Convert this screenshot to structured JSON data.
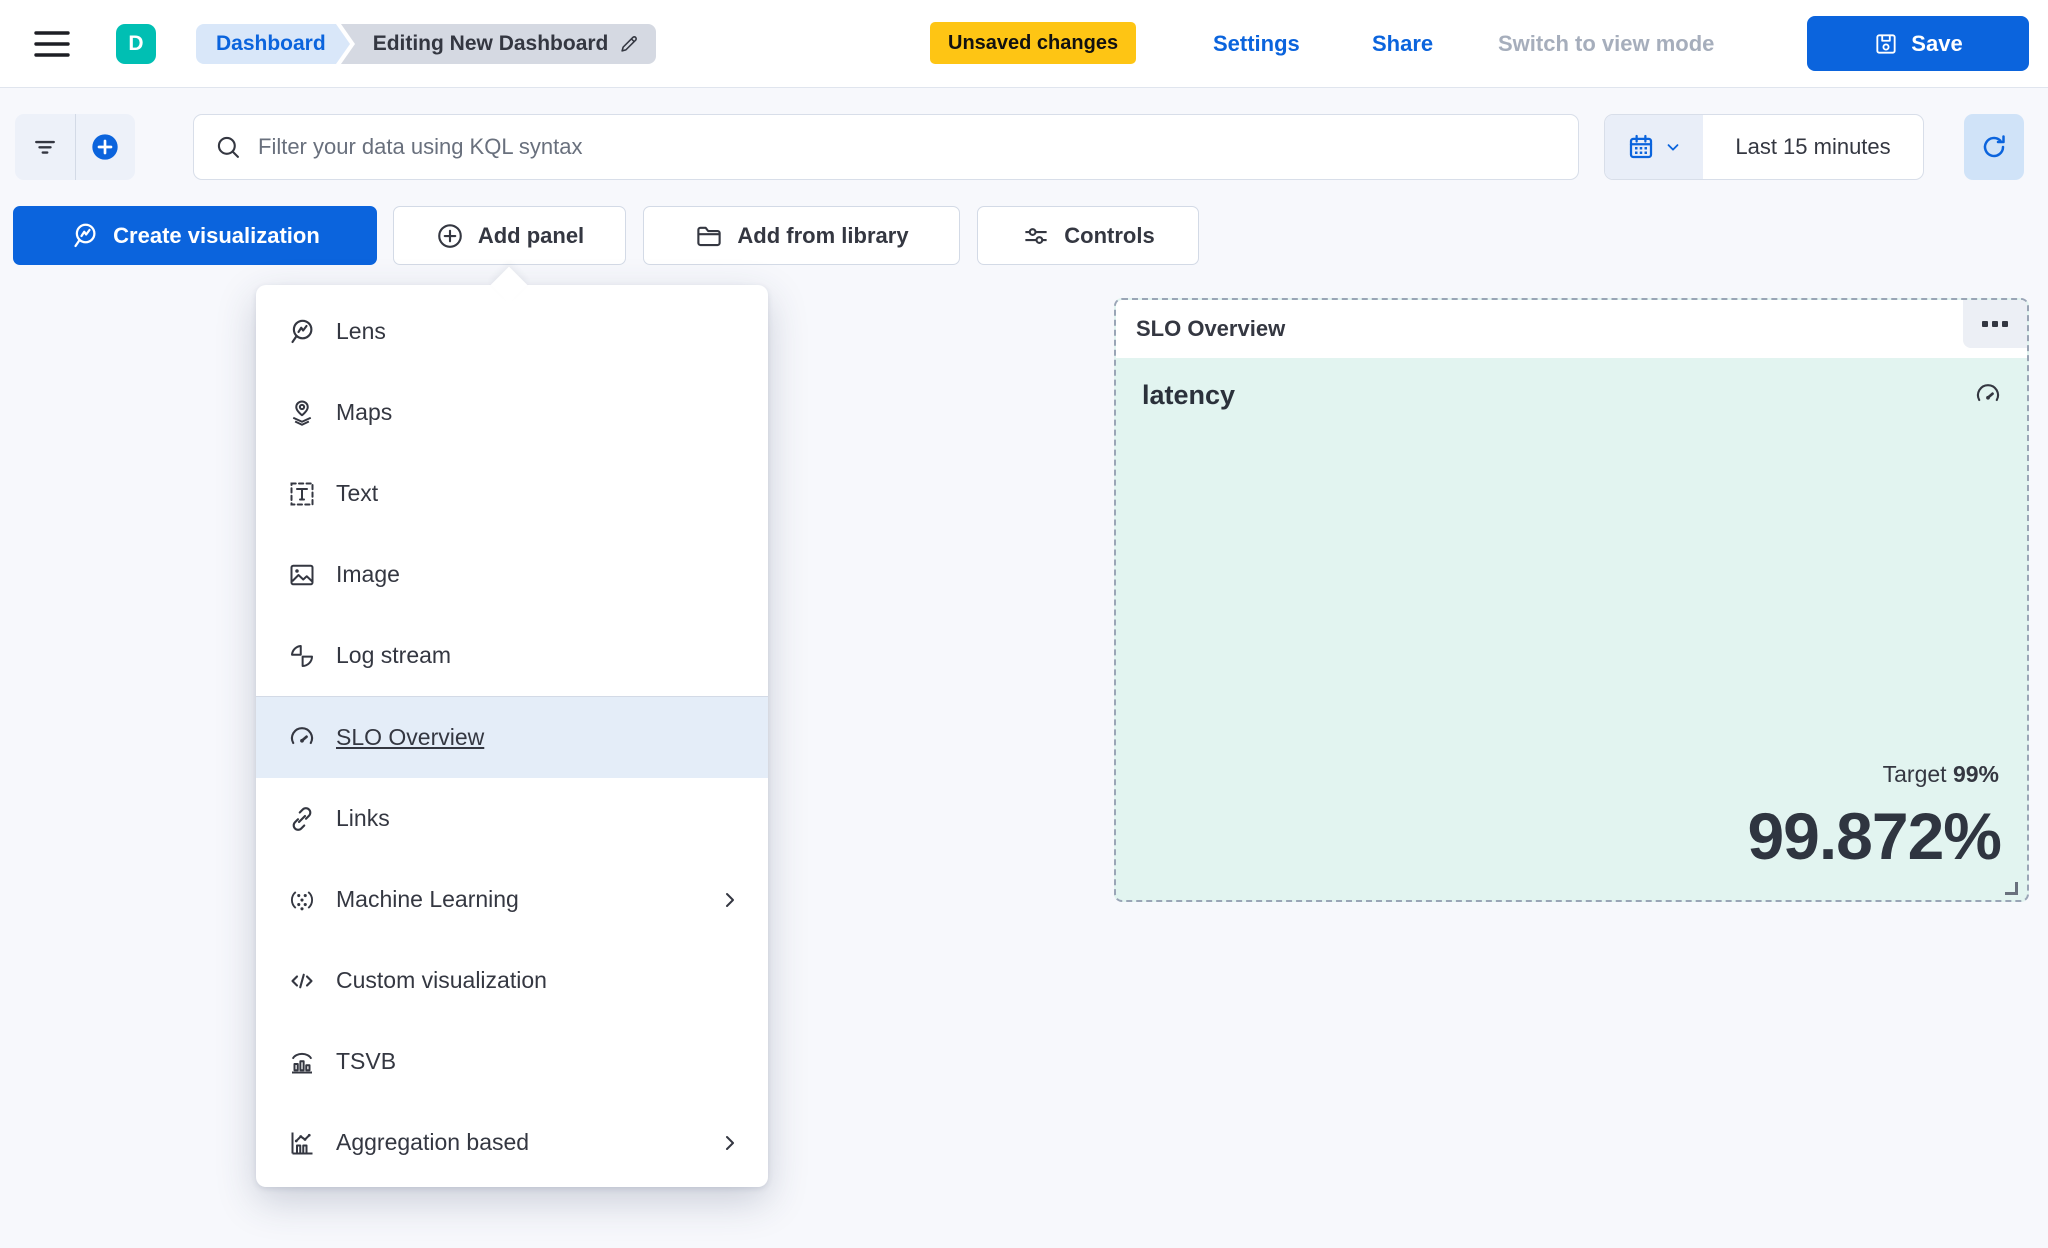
{
  "header": {
    "avatar_initial": "D",
    "breadcrumbs": {
      "root": "Dashboard",
      "current": "Editing New Dashboard"
    },
    "unsaved_badge": "Unsaved changes",
    "settings_label": "Settings",
    "share_label": "Share",
    "switch_view_label": "Switch to view mode",
    "save_label": "Save"
  },
  "filter_bar": {
    "kql_placeholder": "Filter your data using KQL syntax",
    "time_range": "Last 15 minutes"
  },
  "action_bar": {
    "create_visualization": "Create visualization",
    "add_panel": "Add panel",
    "add_from_library": "Add from library",
    "controls": "Controls"
  },
  "add_panel_menu": {
    "items": [
      {
        "label": "Lens",
        "icon": "lens-icon"
      },
      {
        "label": "Maps",
        "icon": "maps-icon"
      },
      {
        "label": "Text",
        "icon": "text-icon"
      },
      {
        "label": "Image",
        "icon": "image-icon"
      },
      {
        "label": "Log stream",
        "icon": "log-stream-icon"
      },
      {
        "label": "SLO Overview",
        "icon": "slo-gauge-icon",
        "highlighted": true
      },
      {
        "label": "Links",
        "icon": "links-icon"
      },
      {
        "label": "Machine Learning",
        "icon": "machine-learning-icon",
        "has_submenu": true
      },
      {
        "label": "Custom visualization",
        "icon": "code-icon"
      },
      {
        "label": "TSVB",
        "icon": "tsvb-icon"
      },
      {
        "label": "Aggregation based",
        "icon": "aggregation-icon",
        "has_submenu": true
      }
    ]
  },
  "slo_panel": {
    "title": "SLO Overview",
    "metric": "latency",
    "target_label": "Target",
    "target_value": "99%",
    "value": "99.872%"
  },
  "colors": {
    "primary": "#0B64DD",
    "accent_teal": "#00BFB3",
    "warning_badge": "#FEC514",
    "panel_healthy_bg": "#E2F4F0",
    "menu_highlight": "#E4EDF8",
    "text": "#343741"
  }
}
